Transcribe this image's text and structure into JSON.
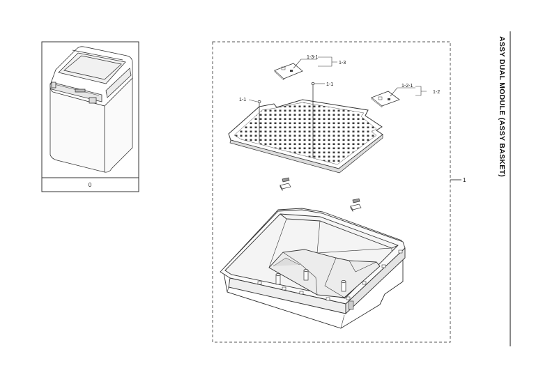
{
  "title": "ASSY DUAL MODULE (ASSY BASKET)",
  "reference_box": {
    "label": "0"
  },
  "assembly": {
    "main_callout": "1",
    "callouts": {
      "c_1_3_1": "1-3-1",
      "c_1_3": "1-3",
      "c_1_2_1": "1-2-1",
      "c_1_2": "1-2",
      "c_1_1_left": "1-1",
      "c_1_1_right": "1-1"
    }
  }
}
